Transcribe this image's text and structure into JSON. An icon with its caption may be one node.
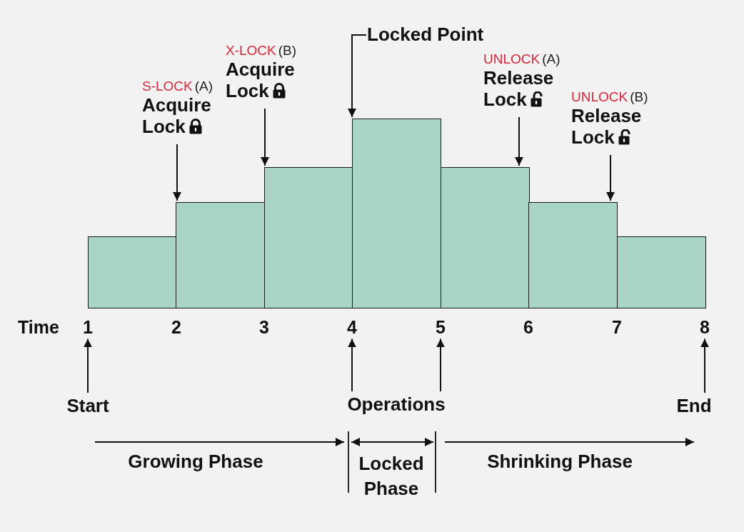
{
  "diagram": {
    "nodes": [
      {
        "text": [],
        "shape": "bar"
      },
      {
        "text": [],
        "shape": "bar"
      },
      {
        "text": [],
        "shape": "bar"
      },
      {
        "text": [],
        "shape": "bar"
      },
      {
        "text": [],
        "shape": "bar"
      },
      {
        "text": [],
        "shape": "bar"
      },
      {
        "text": [],
        "shape": "bar"
      },
      {
        "text": [
          "S-LOCK",
          "(A)",
          "Acquire Lock"
        ]
      },
      {
        "text": [
          "X-LOCK",
          "(B)",
          "Acquire Lock"
        ]
      },
      {
        "text": [
          "Locked Point"
        ]
      },
      {
        "text": [
          "UNLOCK",
          "(A)",
          "Release Lock"
        ]
      },
      {
        "text": [
          "UNLOCK",
          "(B)",
          "Release Lock"
        ]
      },
      {
        "text": [
          "1"
        ]
      },
      {
        "text": [
          "4"
        ]
      },
      {
        "text": [
          "5"
        ]
      },
      {
        "text": [
          "8"
        ]
      },
      {
        "text": [
          "Start"
        ]
      },
      {
        "text": [
          "Operations"
        ]
      },
      {
        "text": [
          "End"
        ]
      }
    ],
    "edges": [
      {
        "from": 7,
        "to": 1,
        "arrow": "to"
      },
      {
        "from": 8,
        "to": 2,
        "arrow": "to"
      },
      {
        "from": 9,
        "to": 3,
        "arrow": "to"
      },
      {
        "from": 10,
        "to": 4,
        "arrow": "to"
      },
      {
        "from": 11,
        "to": 5,
        "arrow": "to"
      },
      {
        "from": 16,
        "to": 12,
        "arrow": "to"
      },
      {
        "from": 17,
        "to": 13,
        "arrow": "to"
      },
      {
        "from": 17,
        "to": 14,
        "arrow": "to"
      },
      {
        "from": 18,
        "to": 15,
        "arrow": "to"
      }
    ],
    "labels": [
      "Time",
      "2",
      "3",
      "6",
      "7",
      "Growing Phase",
      "Locked Phase",
      "Shrinking Phase"
    ]
  }
}
